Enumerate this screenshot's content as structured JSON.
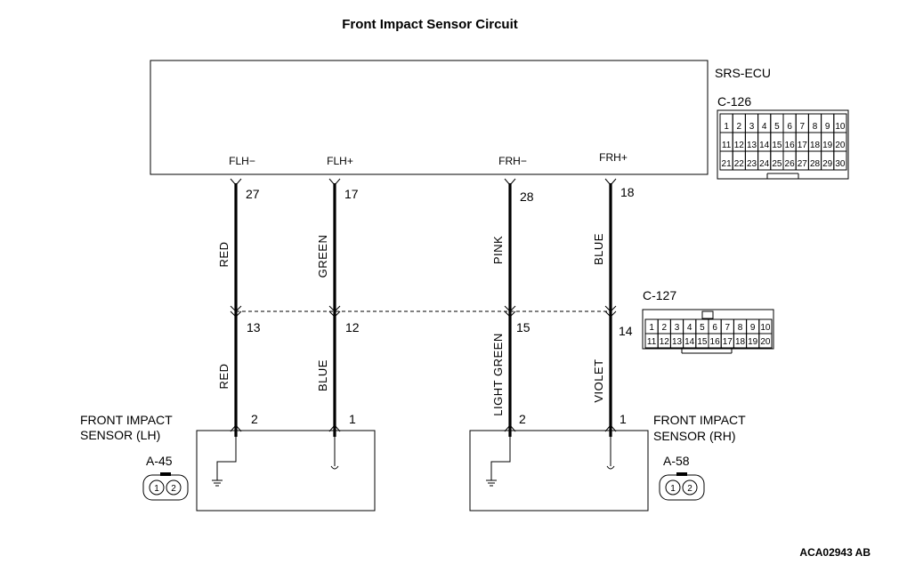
{
  "title": "Front Impact Sensor Circuit",
  "ecu": {
    "name": "SRS-ECU",
    "connector_id": "C-126",
    "terminals": [
      {
        "label": "FLH−",
        "pin": "27"
      },
      {
        "label": "FLH+",
        "pin": "17"
      },
      {
        "label": "FRH−",
        "pin": "28"
      },
      {
        "label": "FRH+",
        "pin": "18"
      }
    ],
    "connector_rows": [
      [
        "1",
        "2",
        "3",
        "4",
        "5",
        "6",
        "7",
        "8",
        "9",
        "10"
      ],
      [
        "11",
        "12",
        "13",
        "14",
        "15",
        "16",
        "17",
        "18",
        "19",
        "20"
      ],
      [
        "21",
        "22",
        "23",
        "24",
        "25",
        "26",
        "27",
        "28",
        "29",
        "30"
      ]
    ]
  },
  "intermediate": {
    "connector_id": "C-127",
    "pins": [
      "13",
      "12",
      "15",
      "14"
    ],
    "connector_rows": [
      [
        "1",
        "2",
        "3",
        "4",
        "5",
        "6",
        "7",
        "8",
        "9",
        "10"
      ],
      [
        "11",
        "12",
        "13",
        "14",
        "15",
        "16",
        "17",
        "18",
        "19",
        "20"
      ]
    ]
  },
  "wires_upper": [
    "RED",
    "GREEN",
    "PINK",
    "BLUE"
  ],
  "wires_lower": [
    "RED",
    "BLUE",
    "LIGHT GREEN",
    "VIOLET"
  ],
  "sensor_lh": {
    "name_line1": "FRONT IMPACT",
    "name_line2": "SENSOR (LH)",
    "connector_id": "A-45",
    "pins": [
      "2",
      "1"
    ],
    "connector_pins": [
      "1",
      "2"
    ]
  },
  "sensor_rh": {
    "name_line1": "FRONT IMPACT",
    "name_line2": "SENSOR (RH)",
    "connector_id": "A-58",
    "pins": [
      "2",
      "1"
    ],
    "connector_pins": [
      "1",
      "2"
    ]
  },
  "figure_code": "ACA02943 AB"
}
